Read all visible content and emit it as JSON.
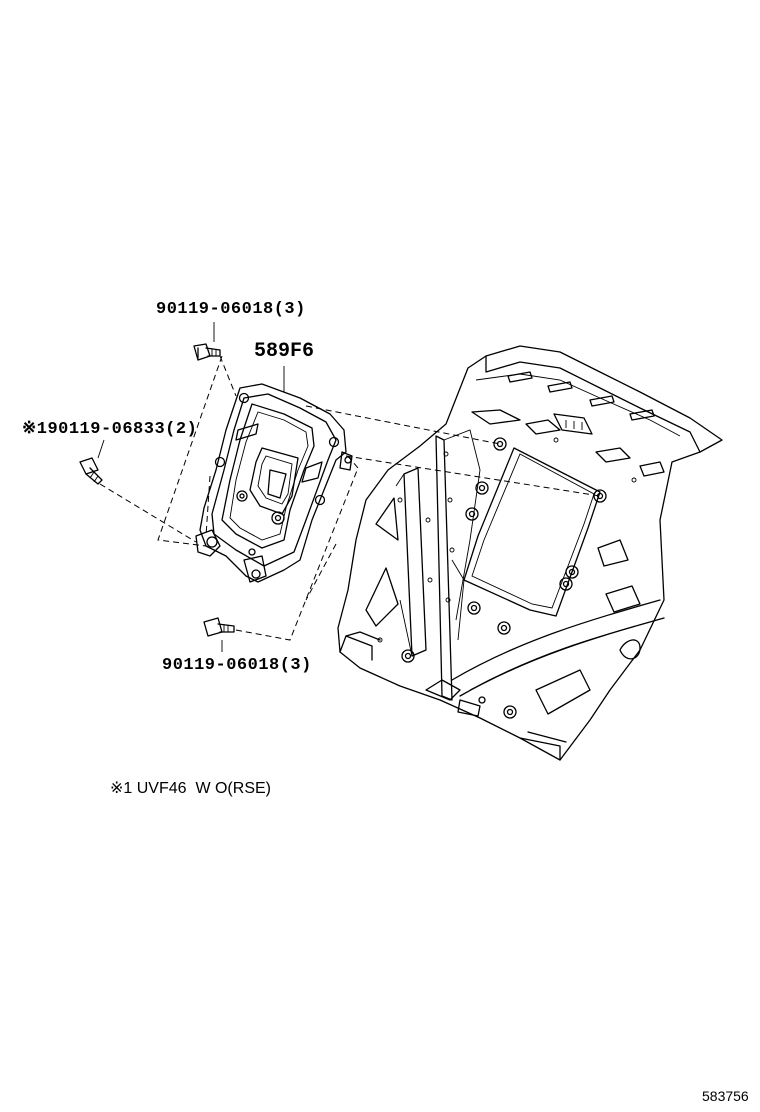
{
  "labels": {
    "part_upper_bolt": "90119-06018(3)",
    "part_main": "589F6",
    "part_side_bolt": "※190119-06833(2)",
    "part_lower_bolt": "90119-06018(3)"
  },
  "footnote": "※1 UVF46  W O(RSE)",
  "diagram_code": "583756"
}
